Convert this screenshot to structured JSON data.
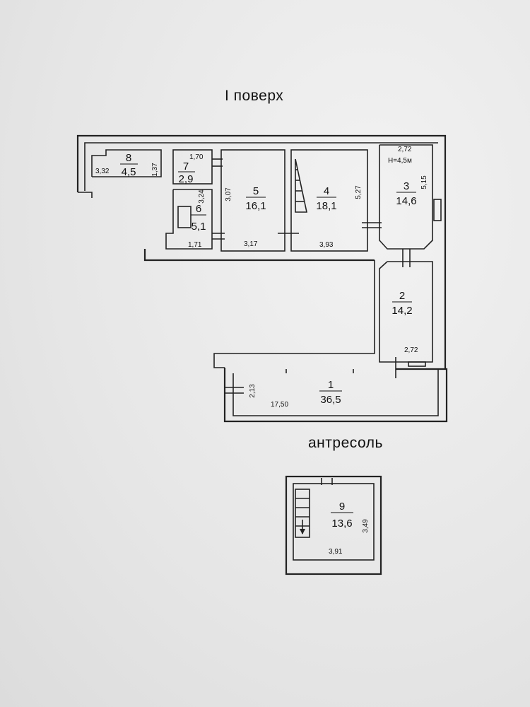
{
  "floor_title": "І поверх",
  "mezzanine_title": "антресоль",
  "rooms": [
    {
      "number": "1",
      "area": "36,5"
    },
    {
      "number": "2",
      "area": "14,2"
    },
    {
      "number": "3",
      "area": "14,6"
    },
    {
      "number": "4",
      "area": "18,1"
    },
    {
      "number": "5",
      "area": "16,1"
    },
    {
      "number": "6",
      "area": "5,1"
    },
    {
      "number": "7",
      "area": "2,9"
    },
    {
      "number": "8",
      "area": "4,5"
    },
    {
      "number": "9",
      "area": "13,6"
    }
  ],
  "dimensions": {
    "r8_w": "3,32",
    "r8_h": "1,37",
    "r7_w": "1,70",
    "r6_h": "3,24",
    "r6_w": "1,71",
    "r5_h": "3,07",
    "r5_w": "3,17",
    "r4_h": "5,27",
    "r4_w": "3,93",
    "r3_w": "2,72",
    "r3_height": "Н=4,5м",
    "r3_h": "5,15",
    "r2_w": "2,72",
    "r1_h": "2,13",
    "r1_w": "17,50",
    "r9_h": "3,49",
    "r9_w": "3,91"
  }
}
